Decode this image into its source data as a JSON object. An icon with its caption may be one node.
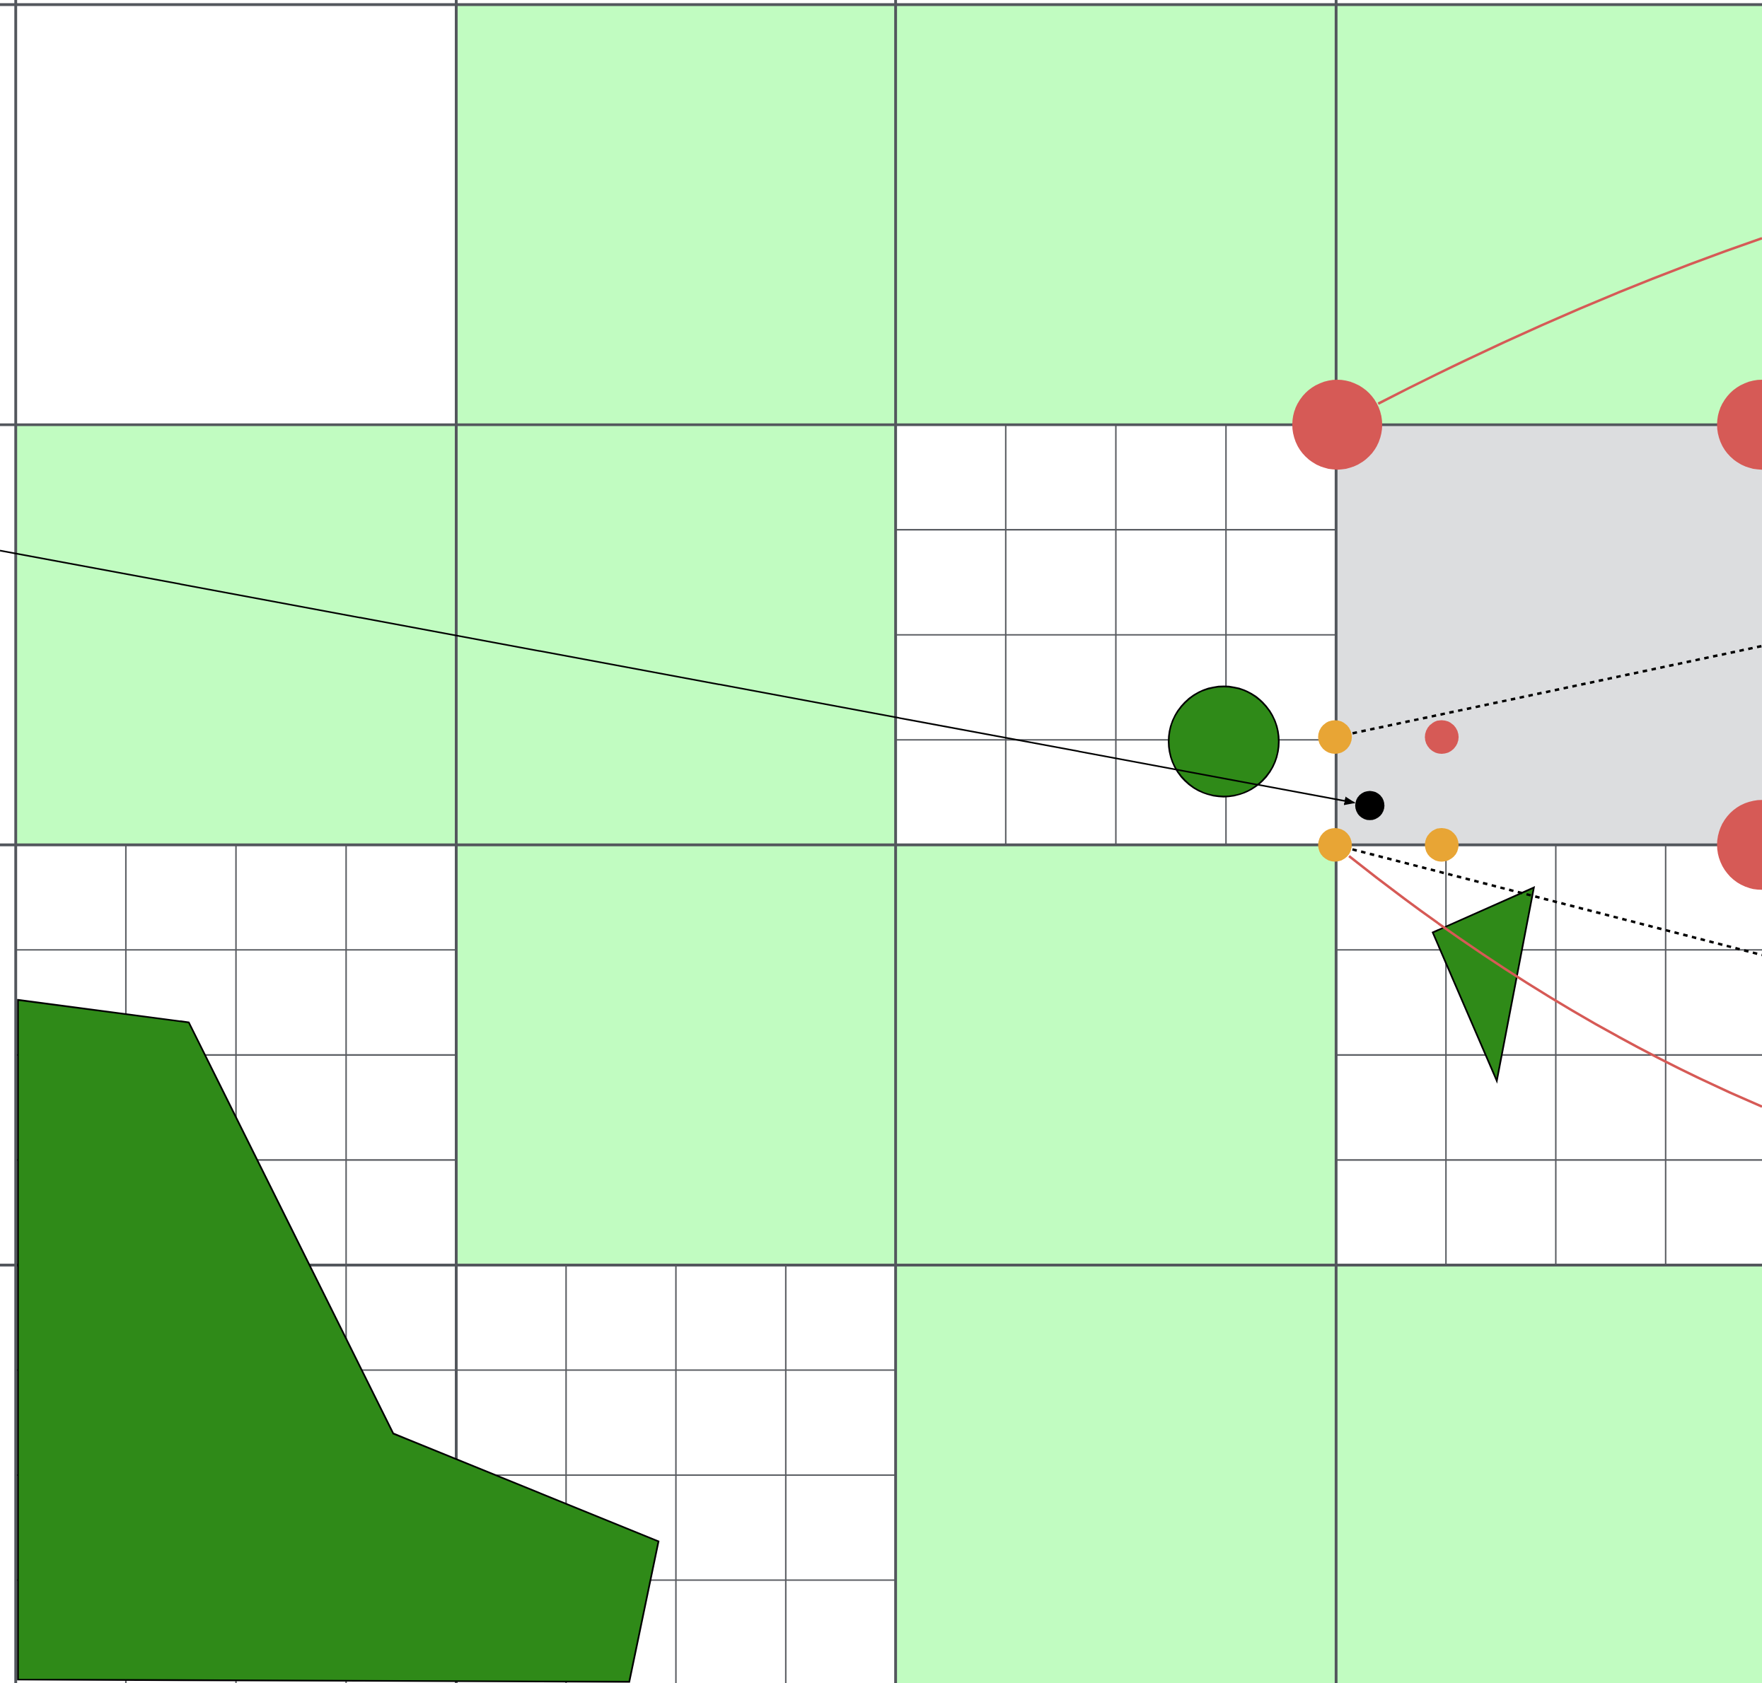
{
  "diagram": {
    "nodes": [
      {
        "text": [],
        "shape": "circle"
      },
      {
        "text": [],
        "shape": "circle"
      },
      {
        "text": [],
        "shape": "circle"
      },
      {
        "text": [],
        "shape": "circle"
      },
      {
        "text": [],
        "shape": "circle"
      },
      {
        "text": [],
        "shape": "circle"
      },
      {
        "text": [],
        "shape": "circle"
      },
      {
        "text": [],
        "shape": "circle"
      },
      {
        "text": [],
        "shape": "circle"
      },
      {
        "text": [],
        "shape": "triangle"
      },
      {
        "text": [],
        "shape": "polygon"
      }
    ],
    "edges": [
      {
        "from": 0,
        "to": null,
        "arrow": "none",
        "color": "#d65a56"
      },
      {
        "from": 2,
        "to": null,
        "arrow": "none",
        "style": "dashed"
      },
      {
        "from": null,
        "to": 5,
        "arrow": "to"
      },
      {
        "from": 6,
        "to": null,
        "arrow": "none",
        "style": "dashed"
      },
      {
        "from": 6,
        "to": null,
        "arrow": "none",
        "color": "#d65a56"
      }
    ]
  }
}
